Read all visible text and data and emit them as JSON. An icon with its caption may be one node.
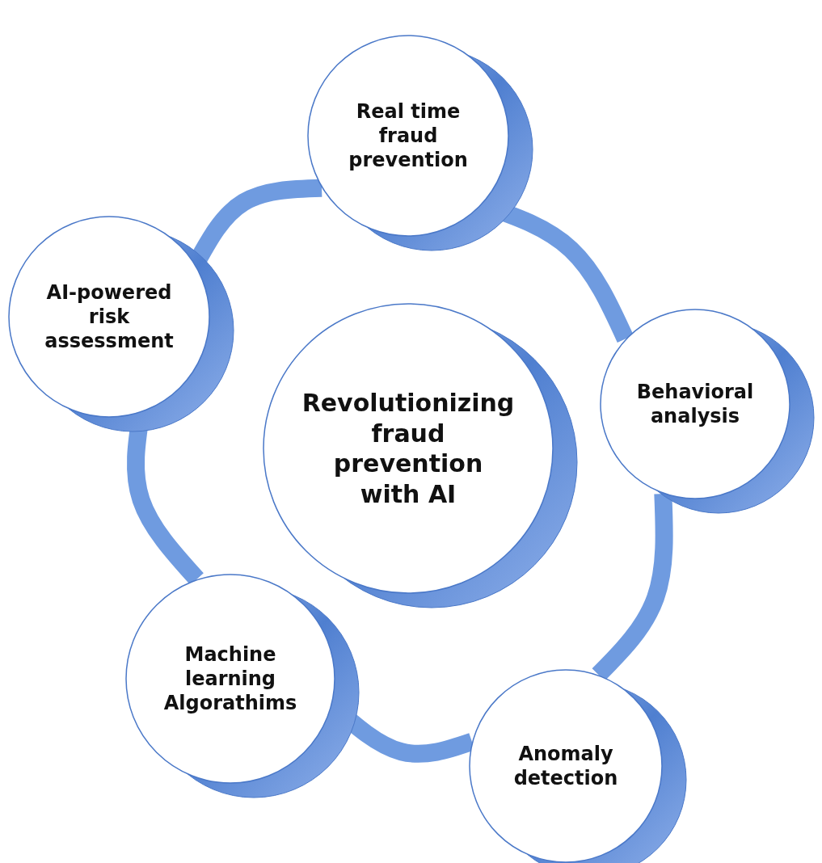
{
  "diagram": {
    "nodes": [
      {
        "text": [
          "Real time fraud prevention"
        ]
      },
      {
        "text": [
          "AI-powered risk assessment"
        ]
      },
      {
        "text": [
          "Revolutionizing fraud prevention with AI"
        ]
      },
      {
        "text": [
          "Behavioral analysis"
        ]
      },
      {
        "text": [
          "Machine learning Algorathims"
        ]
      },
      {
        "text": [
          "Anomaly detection"
        ]
      }
    ],
    "edges": [
      {
        "from": 0,
        "to": 3,
        "arrow": "none"
      },
      {
        "from": 3,
        "to": 5,
        "arrow": "none"
      },
      {
        "from": 5,
        "to": 4,
        "arrow": "none"
      },
      {
        "from": 4,
        "to": 1,
        "arrow": "none"
      },
      {
        "from": 1,
        "to": 0,
        "arrow": "none"
      }
    ]
  }
}
